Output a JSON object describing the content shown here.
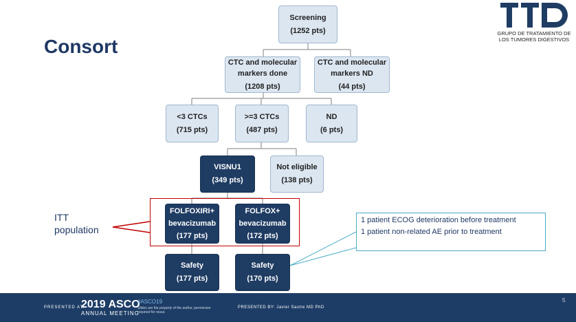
{
  "slide": {
    "title": "Consort",
    "page_number": "5"
  },
  "logo": {
    "text": "GRUPO DE TRATAMIENTO DE LOS TUMORES DIGESTIVOS"
  },
  "flow": {
    "screening": {
      "line1": "Screening",
      "line2": "(1252 pts)"
    },
    "ctc_done": {
      "line1": "CTC and molecular",
      "line2": "markers done",
      "line3": "(1208 pts)"
    },
    "ctc_nd": {
      "line1": "CTC and molecular",
      "line2": "markers ND",
      "line3": "(44 pts)"
    },
    "lt3": {
      "line1": "<3 CTCs",
      "line2": "(715 pts)"
    },
    "ge3": {
      "line1": ">=3 CTCs",
      "line2": "(487 pts)"
    },
    "nd": {
      "line1": "ND",
      "line2": "(6 pts)"
    },
    "visnu": {
      "line1": "VISNU1",
      "line2": "(349 pts)"
    },
    "not_eligible": {
      "line1": "Not eligible",
      "line2": "(138 pts)"
    },
    "folfoxiri": {
      "line1": "FOLFOXIRI+",
      "line2": "bevacizumab",
      "line3": "(177 pts)"
    },
    "folfox": {
      "line1": "FOLFOX+",
      "line2": "bevacizumab",
      "line3": "(172 pts)"
    },
    "safety1": {
      "line1": "Safety",
      "line2": "(177 pts)"
    },
    "safety2": {
      "line1": "Safety",
      "line2": "(170 pts)"
    }
  },
  "itt": {
    "line1": "ITT",
    "line2": "population"
  },
  "note": {
    "line1": "1 patient ECOG deterioration before treatment",
    "line2": "1 patient non-related AE prior to treatment"
  },
  "footer": {
    "presented_at": "PRESENTED AT:",
    "year_brand": "2019 ASCO",
    "meeting": "ANNUAL MEETING",
    "hashtag": "#ASCO19",
    "disclaimer": "Slides are the property of the author, permission required for reuse.",
    "presented_by": "PRESENTED BY: Javier Sastre MD PhD"
  },
  "colors": {
    "light_box": "#dce6f1",
    "dark_box": "#1f3c63",
    "title": "#1f3864",
    "highlight": "#c00000",
    "note_border": "#4bacc6",
    "footer": "#1d3d66"
  }
}
